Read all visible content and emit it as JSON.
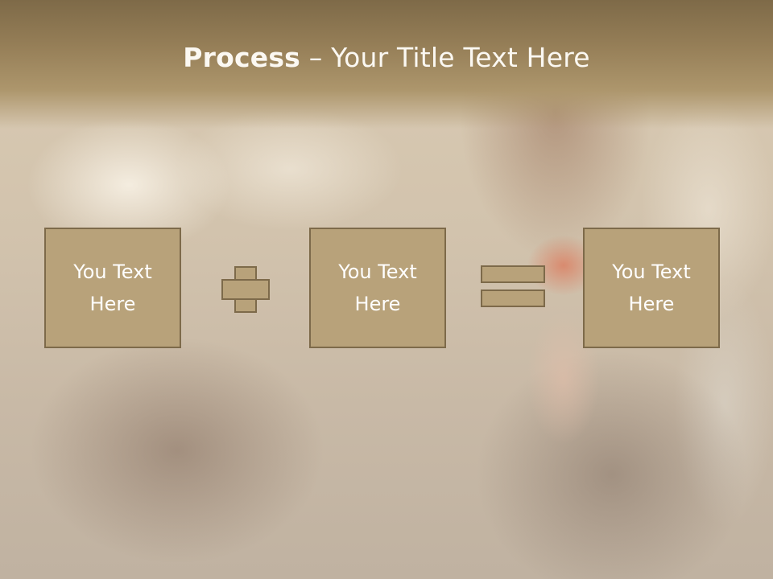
{
  "slide": {
    "title_bold": "Process",
    "title_rest": " – Your Title Text Here"
  },
  "boxes": [
    {
      "line1": "You Text",
      "line2": "Here"
    },
    {
      "line1": "You Text",
      "line2": "Here"
    },
    {
      "line1": "You Text",
      "line2": "Here"
    }
  ],
  "operators": [
    "plus",
    "equals"
  ],
  "colors": {
    "header": "#957e57",
    "box_fill": "#b8a27a",
    "box_border": "#7d6a4a",
    "text": "#ffffff"
  }
}
